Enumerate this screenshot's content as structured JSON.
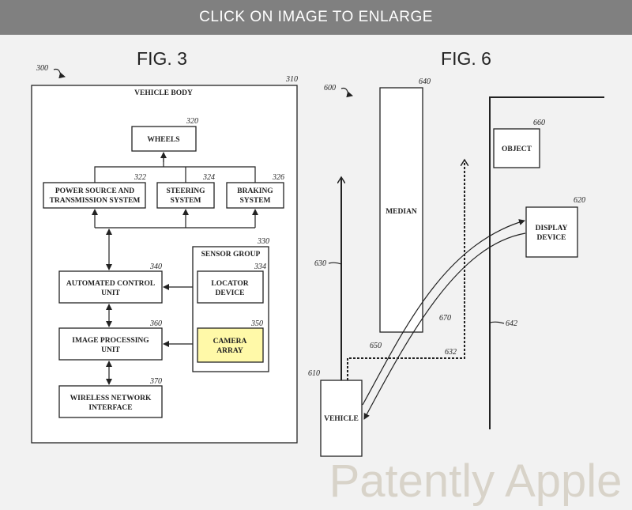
{
  "banner": {
    "text": "CLICK ON IMAGE TO ENLARGE"
  },
  "watermark": "Patently Apple",
  "fig3": {
    "title": "FIG. 3",
    "ref": "300",
    "vehicle_body": {
      "label": "VEHICLE BODY",
      "ref": "310"
    },
    "wheels": {
      "label": "WHEELS",
      "ref": "320"
    },
    "power": {
      "line1": "POWER SOURCE AND",
      "line2": "TRANSMISSION SYSTEM",
      "ref": "322"
    },
    "steering": {
      "line1": "STEERING",
      "line2": "SYSTEM",
      "ref": "324"
    },
    "braking": {
      "line1": "BRAKING",
      "line2": "SYSTEM",
      "ref": "326"
    },
    "sensor_group": {
      "label": "SENSOR GROUP",
      "ref": "330"
    },
    "locator": {
      "line1": "LOCATOR",
      "line2": "DEVICE",
      "ref": "334"
    },
    "camera": {
      "line1": "CAMERA",
      "line2": "ARRAY",
      "ref": "350",
      "highlight": "#fff9a8"
    },
    "acu": {
      "line1": "AUTOMATED CONTROL",
      "line2": "UNIT",
      "ref": "340"
    },
    "ipu": {
      "line1": "IMAGE PROCESSING",
      "line2": "UNIT",
      "ref": "360"
    },
    "wni": {
      "line1": "WIRELESS NETWORK",
      "line2": "INTERFACE",
      "ref": "370"
    }
  },
  "fig6": {
    "title": "FIG. 6",
    "ref": "600",
    "median": {
      "label": "MEDIAN",
      "ref": "640"
    },
    "object": {
      "label": "OBJECT",
      "ref": "660"
    },
    "display": {
      "line1": "DISPLAY",
      "line2": "DEVICE",
      "ref": "620"
    },
    "vehicle": {
      "label": "VEHICLE",
      "ref": "610"
    },
    "path_ref": "630",
    "dotted_ref": "632",
    "road_ref": "642",
    "signal_ref": "650",
    "angle_ref": "670"
  }
}
